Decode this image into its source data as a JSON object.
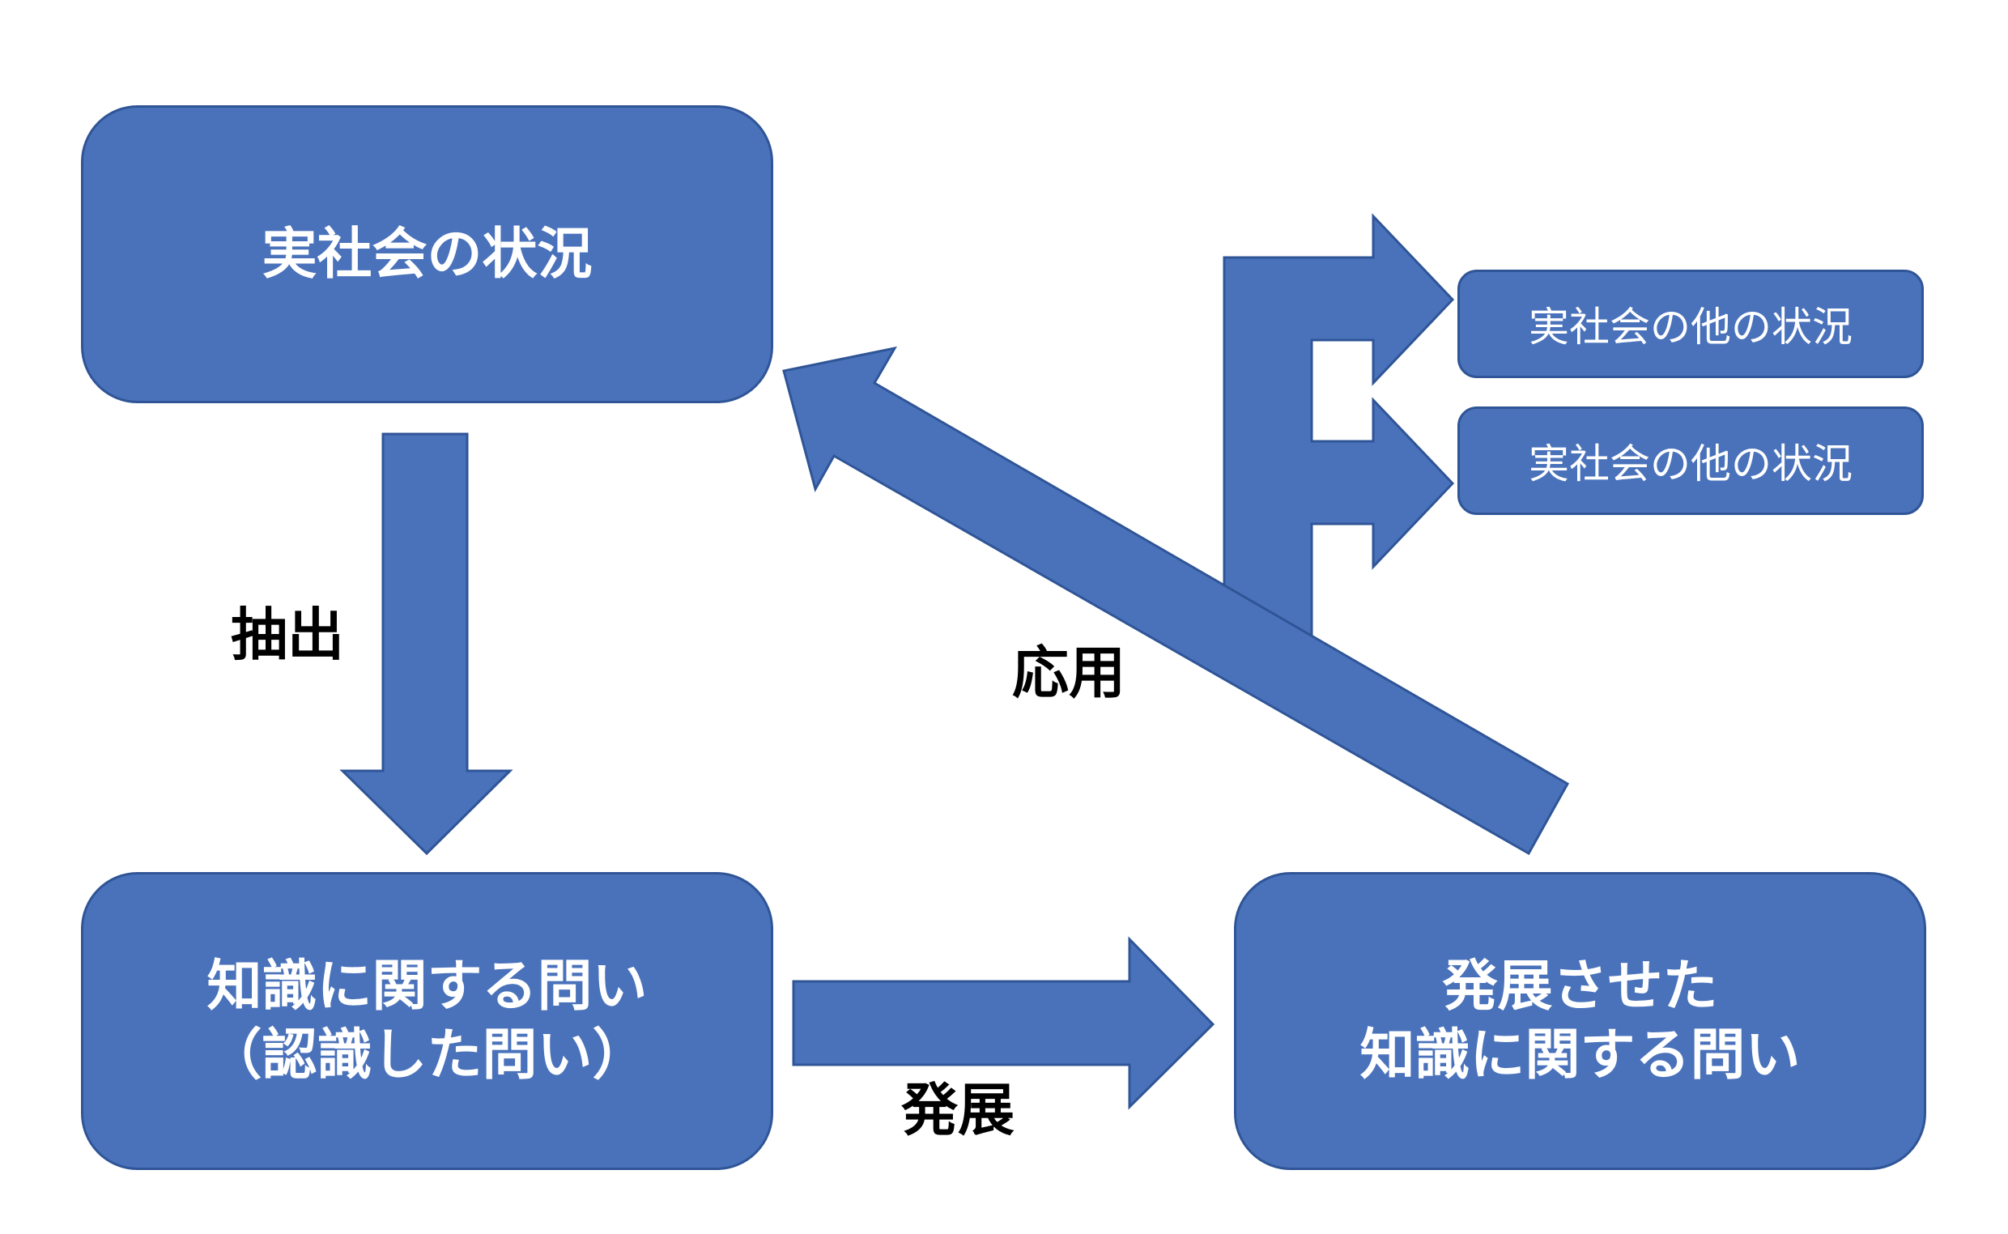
{
  "nodes": {
    "real_society": {
      "text": "実社会の状況"
    },
    "knowledge_question": {
      "lines": [
        "知識に関する問い",
        "（認識した問い）"
      ]
    },
    "developed_question": {
      "lines": [
        "発展させた",
        "知識に関する問い"
      ]
    },
    "other_situation_1": {
      "text": "実社会の他の状況"
    },
    "other_situation_2": {
      "text": "実社会の他の状況"
    }
  },
  "edges": {
    "extract": {
      "label": "抽出"
    },
    "develop": {
      "label": "発展"
    },
    "apply": {
      "label": "応用"
    }
  },
  "colors": {
    "fill": "#4a72bb",
    "border": "#2f5597",
    "box_text": "#ffffff",
    "label_text": "#000000"
  }
}
